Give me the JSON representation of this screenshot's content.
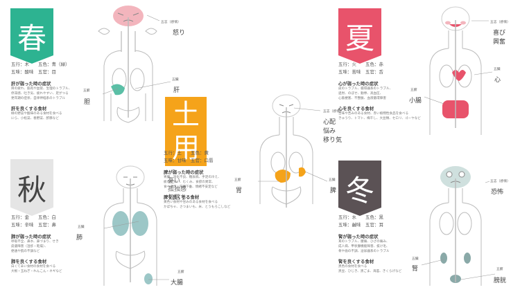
{
  "colors": {
    "spring": "#2db391",
    "summer": "#e8536b",
    "doyo": "#f5a31a",
    "autumn": "#e5e5e5",
    "winter": "#5b5255",
    "liver": "#5bbfa6",
    "heart": "#e8536b",
    "stomach": "#f5a31a",
    "lung": "#9cc7c7",
    "kidney": "#8aa9a8"
  },
  "spring": {
    "kanji": "春",
    "line1": "五行：木　　五色：青（緑）",
    "line2": "五味：酸味　五官：目",
    "weak_title": "肝が弱った時の症状",
    "weak_text1": "目の疲れ、筋肉や血管、生理のトラブル、",
    "weak_text2": "停滞感、吐き気、疲れやすい、足がつる",
    "weak_text3": "更年期の症状、自律神経系のトラブル",
    "good_title": "肝を良くする食材",
    "good_text1": "緑の野菜や酸味のある食材を食べる",
    "good_text2": "にら、小松菜、春野菜、酢豚など",
    "emotion_cat": "五志（感情）",
    "emotion": "怒り",
    "organ_cat_1": "五臓",
    "organ_1": "肝",
    "organ_cat_2": "五腑",
    "organ_2": "胆"
  },
  "summer": {
    "kanji": "夏",
    "line1": "五行：火　　五色：赤",
    "line2": "五味：苦味　五官：舌",
    "weak_title": "心が弱った時の症状",
    "weak_text1": "皮のトラブル、循環器系のトラブル、",
    "weak_text2": "過労、のぼせ、動悸、高血圧、",
    "weak_text3": "心筋梗塞、不整脈、血液循環障害",
    "good_title": "心を良くする食材",
    "good_text1": "苦味や苦みのある食材、赤い植物性食品を食べる",
    "good_text2": "きゅうり、トマト、梅干し、大豆類、セロリ、ゴーヤなど",
    "emotion_cat": "五志（感情）",
    "emotion_1": "喜び",
    "emotion_2": "興奮",
    "organ_cat_1": "五臓",
    "organ_1": "心",
    "organ_cat_2": "五腑",
    "organ_2": "小腸"
  },
  "doyo": {
    "kanji_1": "土",
    "kanji_2": "用",
    "line1": "五行：土　　五色：黄",
    "line2": "五味：甘味　五官：口唇",
    "weak_title": "脾が弱った時の症状",
    "weak_text1": "胃腸、消化不良、糖尿病、手足の冷え、",
    "weak_text2": "疲れやすい、むくみ、食欲の異常、",
    "weak_text3": "食べ過ぎ、内臓下垂、情緒不安定など",
    "good_title": "脾を良くする食材",
    "good_text1": "黄色い食材や甘みのある食材を食べる",
    "good_text2": "かぼちゃ、さつまいも、米、とうもろこしなど",
    "emotion_cat": "五志（感情）",
    "emotion_1": "心配",
    "emotion_2": "悩み",
    "emotion_3": "移り気",
    "organ_cat_1": "五臓",
    "organ_1": "脾",
    "organ_cat_2": "五腑",
    "organ_2": "胃",
    "overlap_1": "憂い",
    "overlap_2": "孤独感",
    "overlap_3": "気落ち"
  },
  "autumn": {
    "kanji": "秋",
    "line1": "五行：金　　五色：白",
    "line2": "五味：辛味　五官：鼻",
    "weak_title": "肺が弱った時の症状",
    "weak_text1": "呼吸不全、鼻水、鼻づまり、せき",
    "weak_text2": "皮膚障害（湿疹・乾燥）、",
    "weak_text3": "便通や肌の不調など",
    "good_title": "肺を良くする食材",
    "good_text1": "白くて辛い食材の食材を食べる",
    "good_text2": "大根・玉ねぎ・れんこん・ネギなど",
    "organ_cat_1": "五臓",
    "organ_1": "肺",
    "organ_cat_2": "五腑",
    "organ_2": "大腸"
  },
  "winter": {
    "kanji": "冬",
    "line1": "五行：水　　五色：黒",
    "line2": "五味：鹹味　五官：耳",
    "weak_title": "腎が弱った時の症状",
    "weak_text1": "耳のトラブル、腰痛、ひざの痛み、",
    "weak_text2": "成人病、甲状腺機能障害、抜け毛、",
    "weak_text3": "骨や歯の不調、泌尿器系のトラブル",
    "good_title": "腎を良くする食材",
    "good_text1": "黒色の食材を食べる",
    "good_text2": "黒豆、ひじき、黒ごま、海苔、きくらげなど",
    "emotion_cat": "五志（感情）",
    "emotion": "恐怖",
    "organ_cat_1": "五臓",
    "organ_1": "腎",
    "organ_cat_2": "五腑",
    "organ_2": "膀胱"
  }
}
